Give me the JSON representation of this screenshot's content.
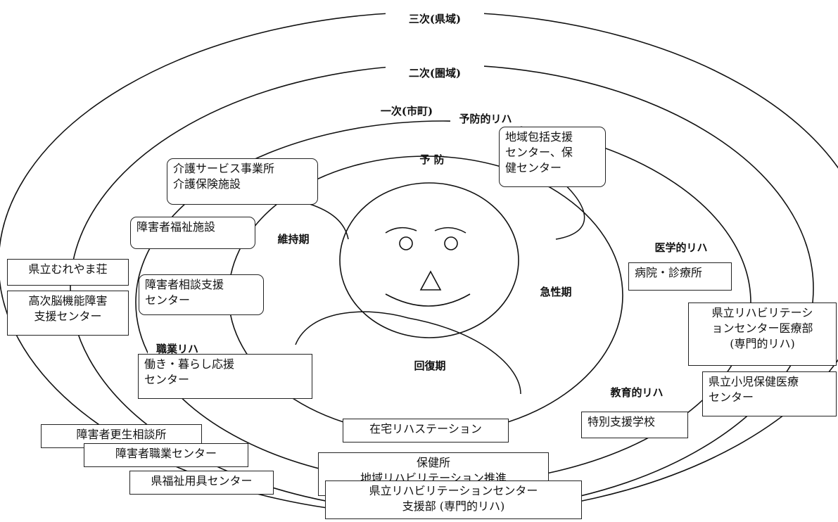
{
  "levels": {
    "tertiary": "三次(県域)",
    "secondary": "二次(圏域)",
    "primary": "一次(市町)"
  },
  "phases": {
    "prevention": "予 防",
    "maintenance": "維持期",
    "acute": "急性期",
    "recovery": "回復期"
  },
  "rehab_types": {
    "preventive": "予防的リハ",
    "medical": "医学的リハ",
    "vocational": "職業リハ",
    "educational": "教育的リハ"
  },
  "boxes": {
    "community_support": "地域包括支援\nセンター、保\n健センター",
    "care_services": "介護サービス事業所\n介護保険施設",
    "disability_welfare": "障害者福祉施設",
    "disability_consult": "障害者相談支援\nセンター",
    "hospital": "病院・診療所",
    "pref_rehab_medical": "県立リハビリテーシ\nョンセンター医療部\n(専門的リハ)",
    "pref_child_health": "県立小児保健医療\nセンター",
    "special_school": "特別支援学校",
    "work_life_support": "働き・暮らし応援\nセンター",
    "home_rehab": "在宅リハステーション",
    "health_center": "保健所\n地域リハビリテーション推進",
    "pref_rehab_support": "県立リハビリテーションセンター\n支援部 (専門的リハ)",
    "mureyama": "県立むれやま荘",
    "brain_dysfunction": "高次脳機能障害\n支援センター",
    "rehab_consult": "障害者更生相談所",
    "vocational_center": "障害者職業センター",
    "welfare_equipment": "県福祉用具センター"
  }
}
